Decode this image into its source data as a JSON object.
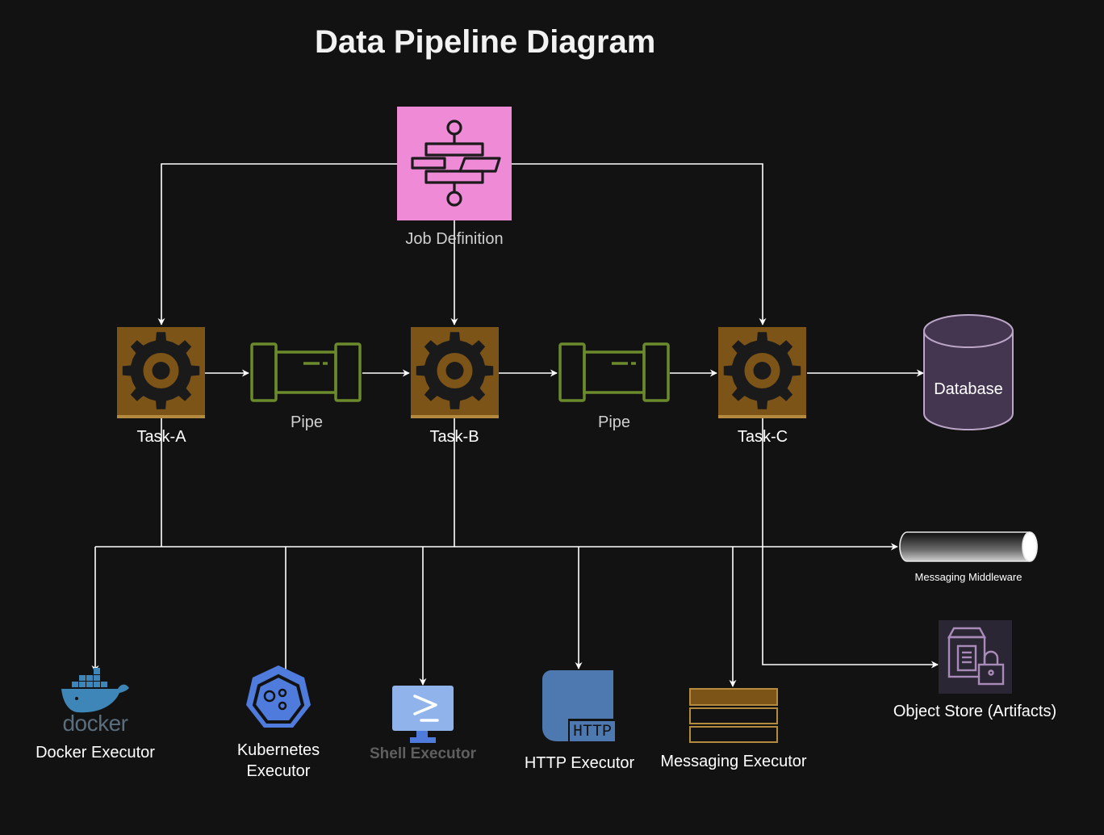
{
  "title": "Data Pipeline Diagram",
  "nodes": {
    "job": "Job Definition",
    "task_a": "Task-A",
    "task_b": "Task-B",
    "task_c": "Task-C",
    "pipe_1": "Pipe",
    "pipe_2": "Pipe",
    "database": "Database",
    "middleware": "Messaging Middleware",
    "object_store": "Object Store (Artifacts)",
    "docker_logo": "docker",
    "docker": "Docker Executor",
    "kubernetes_line1": "Kubernetes",
    "kubernetes_line2": "Executor",
    "shell": "Shell Executor",
    "http_badge": "HTTP",
    "http": "HTTP Executor",
    "messaging": "Messaging Executor"
  },
  "colors": {
    "background": "#121212",
    "job": "#ef8ad6",
    "task": "#7d5418",
    "task_border": "#b38a3e",
    "gear": "#1a1a1a",
    "pipe": "#6b8a2c",
    "database_fill": "#443650",
    "database_stroke": "#bba6c8",
    "edge": "#ffffff",
    "object_store": "#2b2633",
    "kubernetes": "#4f7bdc",
    "shell": "#8fb3ea",
    "http": "#4e78b0",
    "messaging": "#7d5418",
    "docker": "#3f86b8"
  }
}
